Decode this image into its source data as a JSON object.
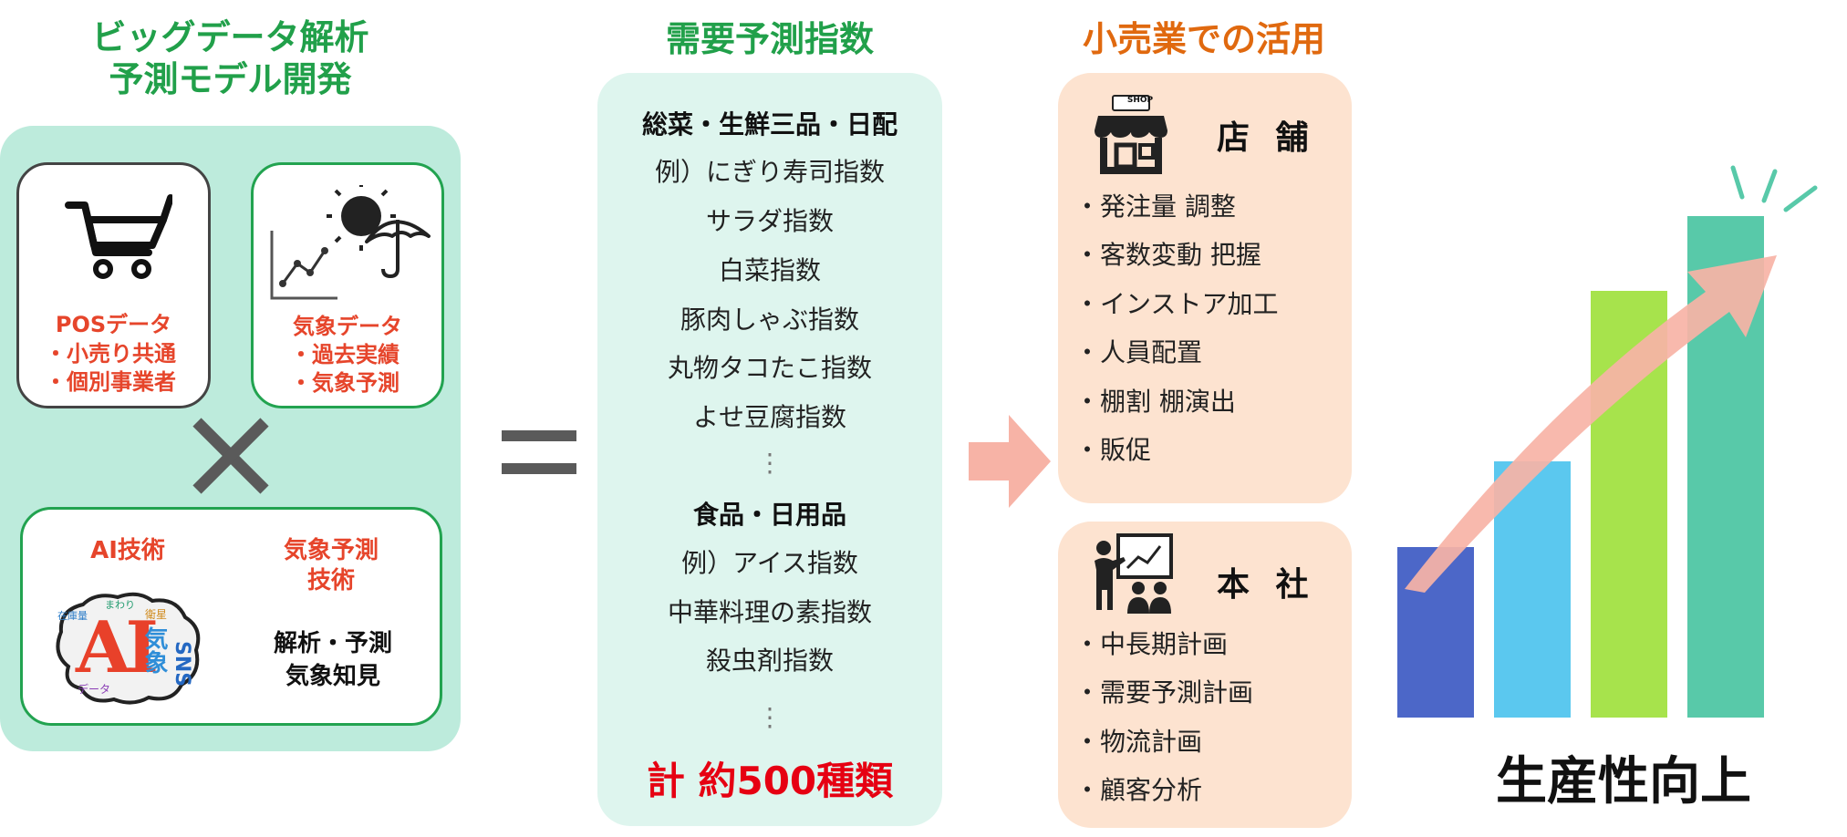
{
  "left": {
    "title_line1": "ビッグデータ解析",
    "title_line2": "予測モデル開発",
    "pos_card": {
      "heading": "POSデータ",
      "items": [
        "・小売り共通",
        "・個別事業者"
      ]
    },
    "weather_card": {
      "heading": "気象データ",
      "items": [
        "・過去実績",
        "・気象予測"
      ]
    },
    "tech_card": {
      "ai_label": "AI技術",
      "weather_label_line1": "気象予測",
      "weather_label_line2": "技術",
      "analysis_line1": "解析・予測",
      "analysis_line2": "気象知見",
      "brain_big_text": "AI",
      "brain_words": [
        "気象",
        "SNS",
        "在庫量",
        "データ",
        "衛星",
        "まわり"
      ]
    }
  },
  "middle": {
    "title": "需要予測指数",
    "group1_heading": "総菜・生鮮三品・日配",
    "group1_items": [
      "例）にぎり寿司指数",
      "サラダ指数",
      "白菜指数",
      "豚肉しゃぶ指数",
      "丸物タコたこ指数",
      "よせ豆腐指数"
    ],
    "dots": "⋮",
    "group2_heading": "食品・日用品",
    "group2_items": [
      "例）アイス指数",
      "中華料理の素指数",
      "殺虫剤指数"
    ],
    "total": "計 約500種類"
  },
  "right": {
    "title": "小売業での活用",
    "store": {
      "title": "店 舗",
      "shop_sign": "SHOP",
      "items": [
        "・発注量 調整",
        "・客数変動 把握",
        "・インストア加工",
        "・人員配置",
        "・棚割 棚演出",
        "・販促"
      ]
    },
    "hq": {
      "title": "本 社",
      "items": [
        "・中長期計画",
        "・需要予測計画",
        "・物流計画",
        "・顧客分析"
      ]
    }
  },
  "growth": {
    "label": "生産性向上",
    "levels": [
      0.34,
      0.51,
      0.85,
      1.0
    ],
    "colors": [
      "#4c67c8",
      "#5bc8ef",
      "#a7e34c",
      "#58c9a9"
    ]
  },
  "colors": {
    "title_green": "#21a04a",
    "title_orange": "#e0690f",
    "accent_red": "#e6452b",
    "arrow_pink": "#f7b3a6"
  }
}
